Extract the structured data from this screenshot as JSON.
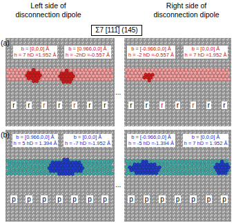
{
  "diagram": {
    "nodes": [
      {
        "text": [
          "Σ7 [111̅] (145)"
        ]
      },
      {
        "text": [
          "b = [0,0,0] Å",
          "h = 7 hD =1.952 Å"
        ]
      },
      {
        "text": [
          "b = [0.966,0,0] Å",
          "h = -2hD =-0.557 Å"
        ]
      },
      {
        "text": [
          "b = [-0.966,0,0] Å",
          "h = -2 hD =-0.557 Å"
        ]
      },
      {
        "text": [
          "b = [0,0,0] Å",
          "h = 7 hD =1.952 Å"
        ]
      },
      {
        "text": [
          "r"
        ]
      },
      {
        "text": [
          "r"
        ]
      },
      {
        "text": [
          "r"
        ]
      },
      {
        "text": [
          "r"
        ]
      },
      {
        "text": [
          "r"
        ]
      },
      {
        "text": [
          "r"
        ]
      },
      {
        "text": [
          "r"
        ]
      },
      {
        "text": [
          "r"
        ]
      },
      {
        "text": [
          "r"
        ]
      },
      {
        "text": [
          "r"
        ]
      },
      {
        "text": [
          "r"
        ]
      },
      {
        "text": [
          "r"
        ]
      },
      {
        "text": [
          "r"
        ]
      },
      {
        "text": [
          "r"
        ]
      },
      {
        "text": [
          "b = [0.966,0,0] Å",
          "h = 5 hD = 1.394 Å"
        ]
      },
      {
        "text": [
          "b = [0,0,0] Å",
          "h = -7 hD =-1.952 Å"
        ]
      },
      {
        "text": [
          "b = [-0.966,0,0] Å",
          "h = -5 hD =-1.394 Å"
        ]
      },
      {
        "text": [
          "b = [0,0,0] Å",
          "h = 7 hD = 1.952 Å"
        ]
      },
      {
        "text": [
          "p"
        ]
      },
      {
        "text": [
          "p"
        ]
      },
      {
        "text": [
          "p"
        ]
      },
      {
        "text": [
          "p"
        ]
      },
      {
        "text": [
          "p"
        ]
      },
      {
        "text": [
          "p"
        ]
      },
      {
        "text": [
          "p"
        ]
      },
      {
        "text": [
          "p"
        ]
      },
      {
        "text": [
          "p"
        ]
      },
      {
        "text": [
          "p"
        ]
      },
      {
        "text": [
          "p"
        ]
      },
      {
        "text": [
          "p"
        ]
      },
      {
        "text": [
          "p"
        ]
      },
      {
        "text": [
          "p"
        ]
      }
    ],
    "labels": [
      "Left side of disconnection dipole",
      "Right side of disconnection dipole",
      "(a)",
      "(b)",
      "...",
      "..."
    ]
  }
}
